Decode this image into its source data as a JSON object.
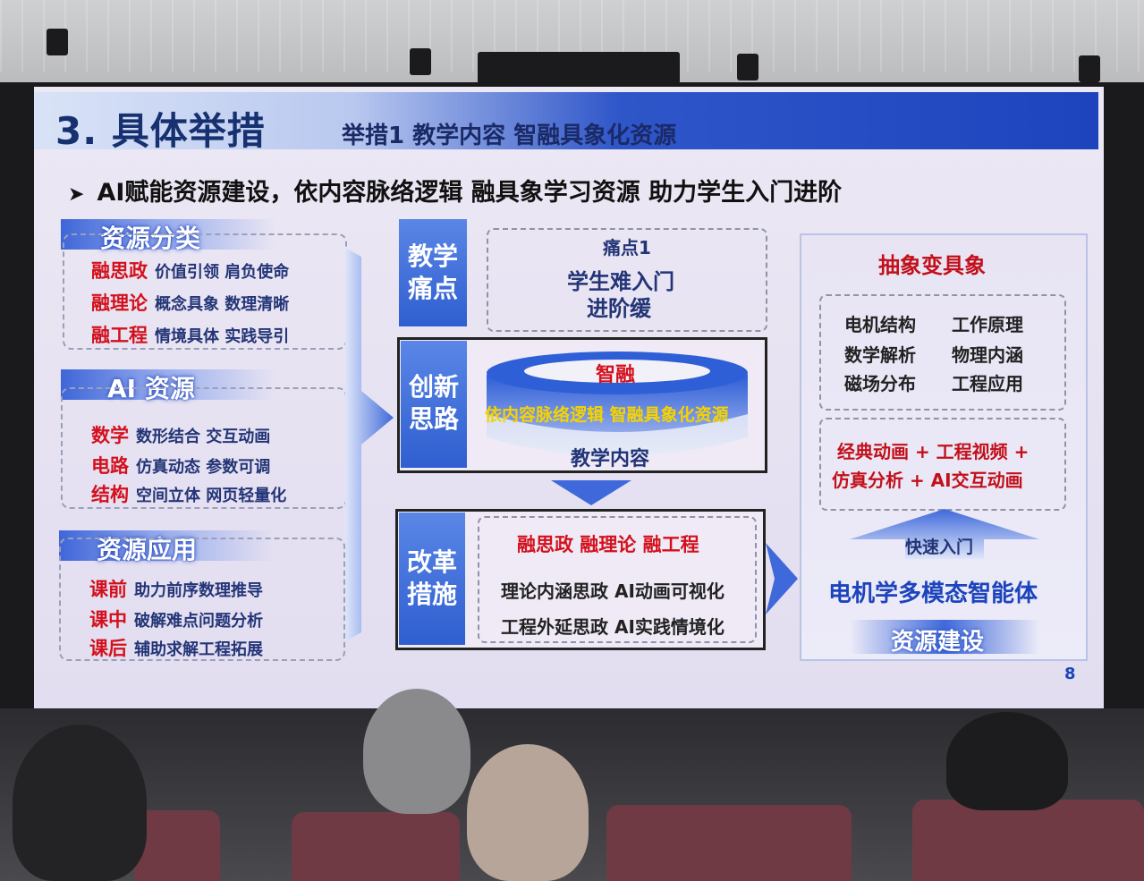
{
  "slide": {
    "title": "3. 具体举措",
    "subtitle": "举措1  教学内容 智融具象化资源",
    "headline": "AI赋能资源建设，依内容脉络逻辑 融具象学习资源 助力学生入门进阶",
    "page_number": "8",
    "left": {
      "resource_category": {
        "title": "资源分类",
        "rows": [
          {
            "key": "融思政",
            "value": "价值引领  肩负使命"
          },
          {
            "key": "融理论",
            "value": "概念具象  数理清晰"
          },
          {
            "key": "融工程",
            "value": "情境具体  实践导引"
          }
        ]
      },
      "ai_resource": {
        "title": "AI 资源",
        "rows": [
          {
            "key": "数学",
            "value": "数形结合  交互动画"
          },
          {
            "key": "电路",
            "value": "仿真动态  参数可调"
          },
          {
            "key": "结构",
            "value": "空间立体  网页轻量化"
          }
        ]
      },
      "resource_application": {
        "title": "资源应用",
        "rows": [
          {
            "key": "课前",
            "value": "助力前序数理推导"
          },
          {
            "key": "课中",
            "value": "破解难点问题分析"
          },
          {
            "key": "课后",
            "value": "辅助求解工程拓展"
          }
        ]
      }
    },
    "middle": {
      "pain_label": "教学\n痛点",
      "pain_title": "痛点1",
      "pain_text_1": "学生难入门",
      "pain_text_2": "进阶缓",
      "idea_label": "创新\n思路",
      "cyl_top": "智融",
      "cyl_band": "依内容脉络逻辑 智融具象化资源",
      "cyl_bottom": "教学内容",
      "reform_label": "改革\n措施",
      "reform_title": "融思政  融理论  融工程",
      "reform_line_1": "理论内涵思政  AI动画可视化",
      "reform_line_2": "工程外延思政  AI实践情境化"
    },
    "right": {
      "title": "抽象变具象",
      "grid": [
        "电机结构",
        "工作原理",
        "数学解析",
        "物理内涵",
        "磁场分布",
        "工程应用"
      ],
      "combo_1": "经典动画 + 工程视频 +",
      "combo_2": "仿真分析 + AI交互动画",
      "quick": "快速入门",
      "agent": "电机学多模态智能体",
      "build": "资源建设"
    }
  }
}
